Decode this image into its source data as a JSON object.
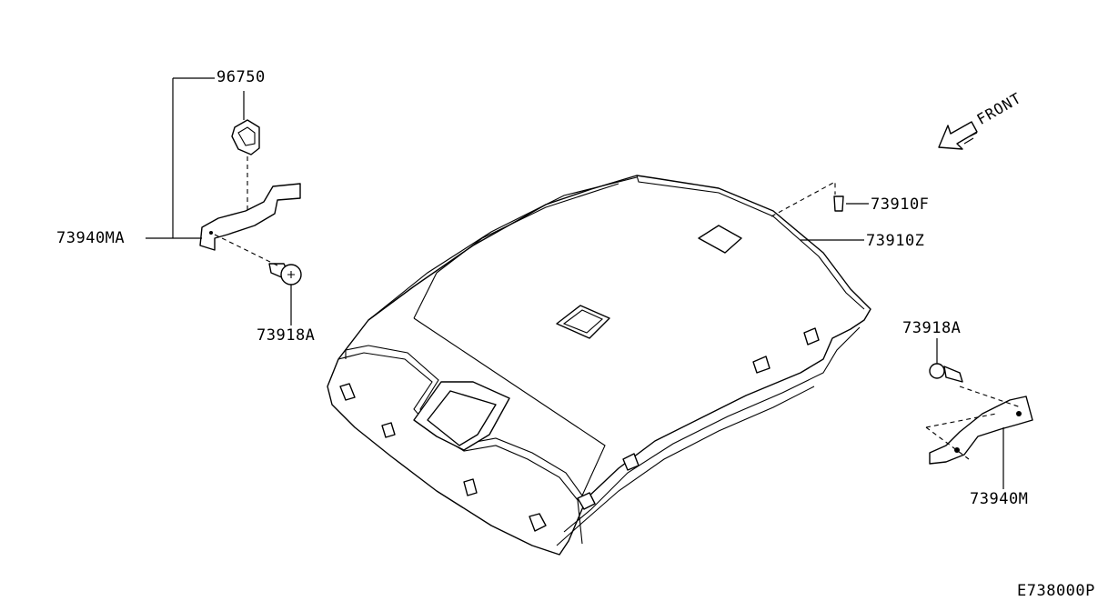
{
  "diagram": {
    "parts": [
      {
        "id": "p96750",
        "number": "96750"
      },
      {
        "id": "p73940MA",
        "number": "73940MA"
      },
      {
        "id": "p73918A_left",
        "number": "73918A"
      },
      {
        "id": "p73910F",
        "number": "73910F"
      },
      {
        "id": "p73910Z",
        "number": "73910Z"
      },
      {
        "id": "p73918A_right",
        "number": "73918A"
      },
      {
        "id": "p73940M",
        "number": "73940M"
      }
    ],
    "direction_label": "FRONT",
    "diagram_code": "E738000P"
  }
}
